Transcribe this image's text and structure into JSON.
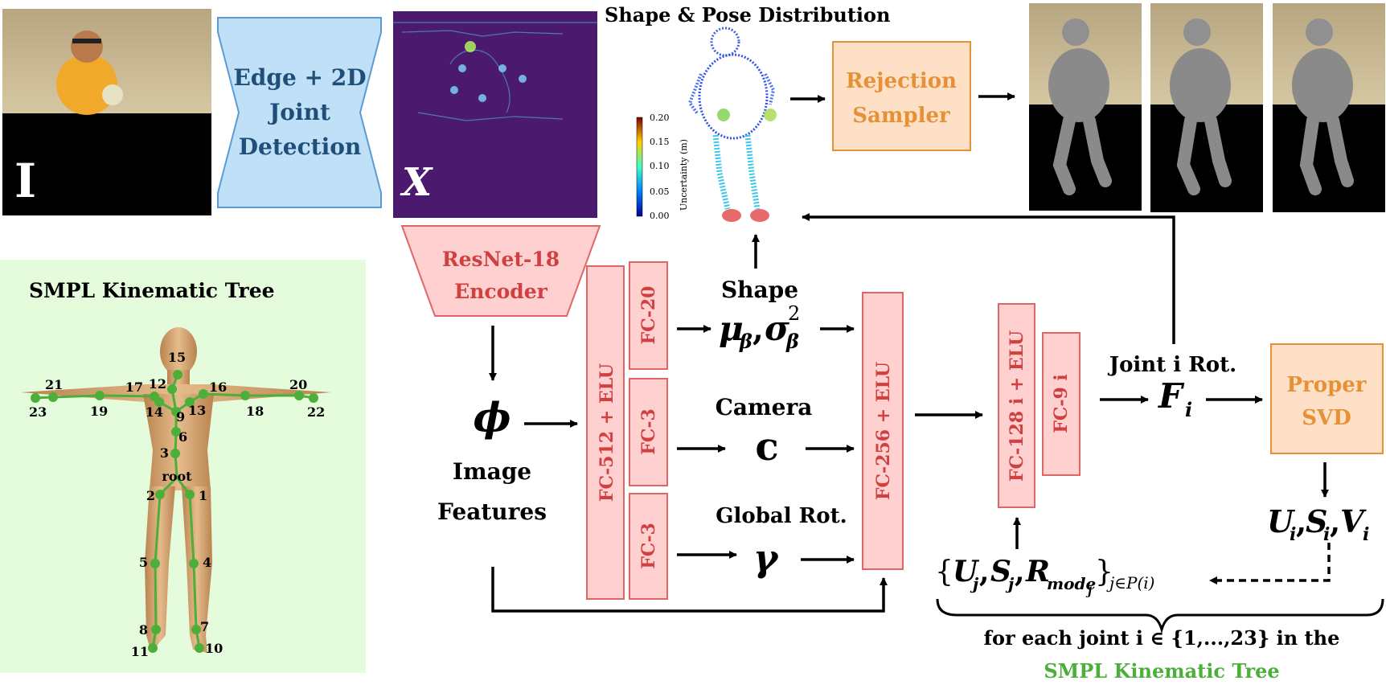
{
  "input": {
    "symbol": "I"
  },
  "edge_detector": {
    "line1": "Edge + 2D",
    "line2": "Joint",
    "line3": "Detection"
  },
  "proxy": {
    "symbol": "X"
  },
  "distribution": {
    "title": "Shape & Pose Distribution"
  },
  "colorbar": {
    "ticks": [
      "0.20",
      "0.15",
      "0.10",
      "0.05",
      "0.00"
    ],
    "label": "Uncertainty (m)"
  },
  "rejection": {
    "line1": "Rejection",
    "line2": "Sampler"
  },
  "encoder": {
    "line1": "ResNet-18",
    "line2": "Encoder"
  },
  "features": {
    "symbol": "ϕ",
    "line1": "Image",
    "line2": "Features"
  },
  "fc512": "FC-512 + ELU",
  "fc20": "FC-20",
  "fc3a": "FC-3",
  "fc3b": "FC-3",
  "shape": {
    "label": "Shape",
    "mu": "μ",
    "sub": "β",
    "sigma": "σ",
    "sup": "2"
  },
  "camera": {
    "label": "Camera",
    "symbol": "c"
  },
  "global_rot": {
    "label": "Global Rot.",
    "symbol": "γ"
  },
  "fc256": "FC-256 + ELU",
  "fc128": "FC-128 i + ELU",
  "fc9": "FC-9 i",
  "joint_rot": {
    "label": "Joint i Rot.",
    "F": "F",
    "sub": "i"
  },
  "svd": {
    "line1": "Proper",
    "line2": "SVD"
  },
  "usv": {
    "U": "U",
    "S": "S",
    "V": "V",
    "sub": "i"
  },
  "parent": {
    "open": "{",
    "U": "U",
    "S": "S",
    "R": "R",
    "sub_j": "j",
    "mode": "mode",
    "close": "}",
    "sub_set": "j∈P(i)"
  },
  "foreach": {
    "line1": "for each joint i ∈ {1,...,23} in the",
    "line2": "SMPL Kinematic Tree"
  },
  "tree": {
    "title": "SMPL Kinematic Tree",
    "joint_labels": [
      "15",
      "12",
      "17",
      "16",
      "21",
      "20",
      "23",
      "19",
      "14",
      "13",
      "18",
      "22",
      "9",
      "6",
      "3",
      "root",
      "2",
      "1",
      "5",
      "4",
      "8",
      "7",
      "11",
      "10"
    ]
  },
  "colors": {
    "blue_box": "#bfe0f7",
    "blue_border": "#5b9bd5",
    "blue_text": "#1f4e79",
    "red_box": "#ffd0d0",
    "red_border": "#e06666",
    "red_text": "#d04040",
    "orange_box": "#fde0c5",
    "orange_border": "#e69138",
    "orange_text": "#e69138",
    "green_panel": "#e4fbdc",
    "green_joint": "#4caf3a",
    "green_text": "#4caf3a",
    "proxy_bg": "#4b1a6e"
  }
}
